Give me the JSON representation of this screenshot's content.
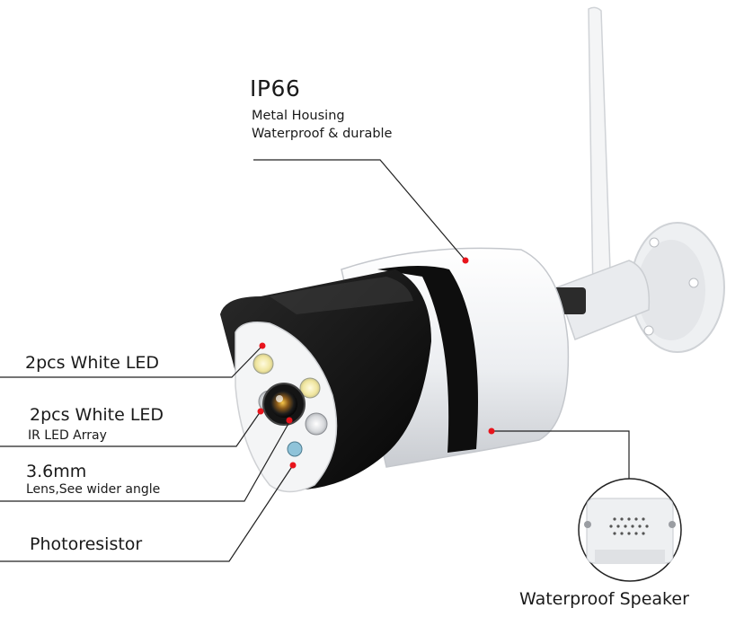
{
  "callouts": {
    "ip_title": "IP66",
    "ip_line1": "Metal Housing",
    "ip_line2": "Waterproof & durable",
    "white_led_1": "2pcs White LED",
    "white_led_2": "2pcs White LED",
    "ir_led": "IR LED Array",
    "lens_size": "3.6mm",
    "lens_desc": "Lens,See wider angle",
    "photoresistor": "Photoresistor",
    "speaker": "Waterproof Speaker"
  },
  "colors": {
    "marker": "#e8141c",
    "line": "#222222",
    "housing_white": "#f1f2f4",
    "housing_black": "#111111"
  },
  "icons": [
    "camera-product-image",
    "antenna-icon",
    "speaker-grille-icon"
  ]
}
